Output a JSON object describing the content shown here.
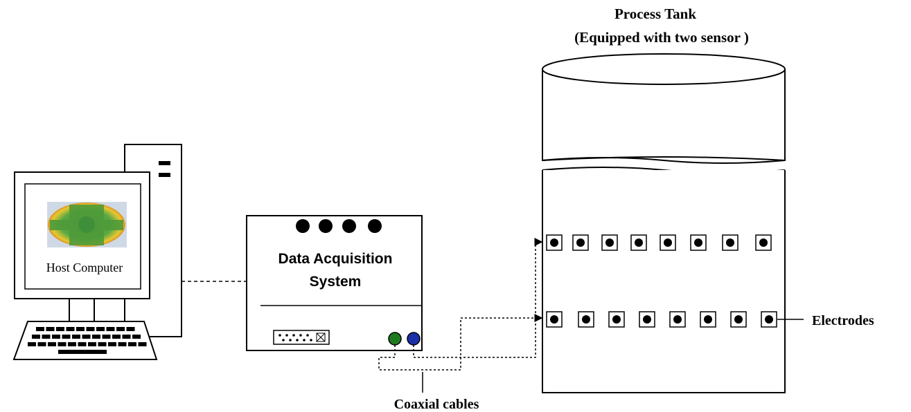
{
  "tank": {
    "title": "Process Tank",
    "subtitle": "(Equipped with two sensor )",
    "electrodes_label": "Electrodes"
  },
  "computer": {
    "label": "Host Computer"
  },
  "daq": {
    "line1": "Data Acquisition",
    "line2": "System"
  },
  "cables": {
    "label": "Coaxial cables"
  },
  "colors": {
    "connector_green": "#1f7a1f",
    "connector_blue": "#1a2fa8",
    "heatmap_green": "#4f9a3a",
    "heatmap_red": "#cc2a1a",
    "heatmap_yellow": "#e8c830"
  }
}
